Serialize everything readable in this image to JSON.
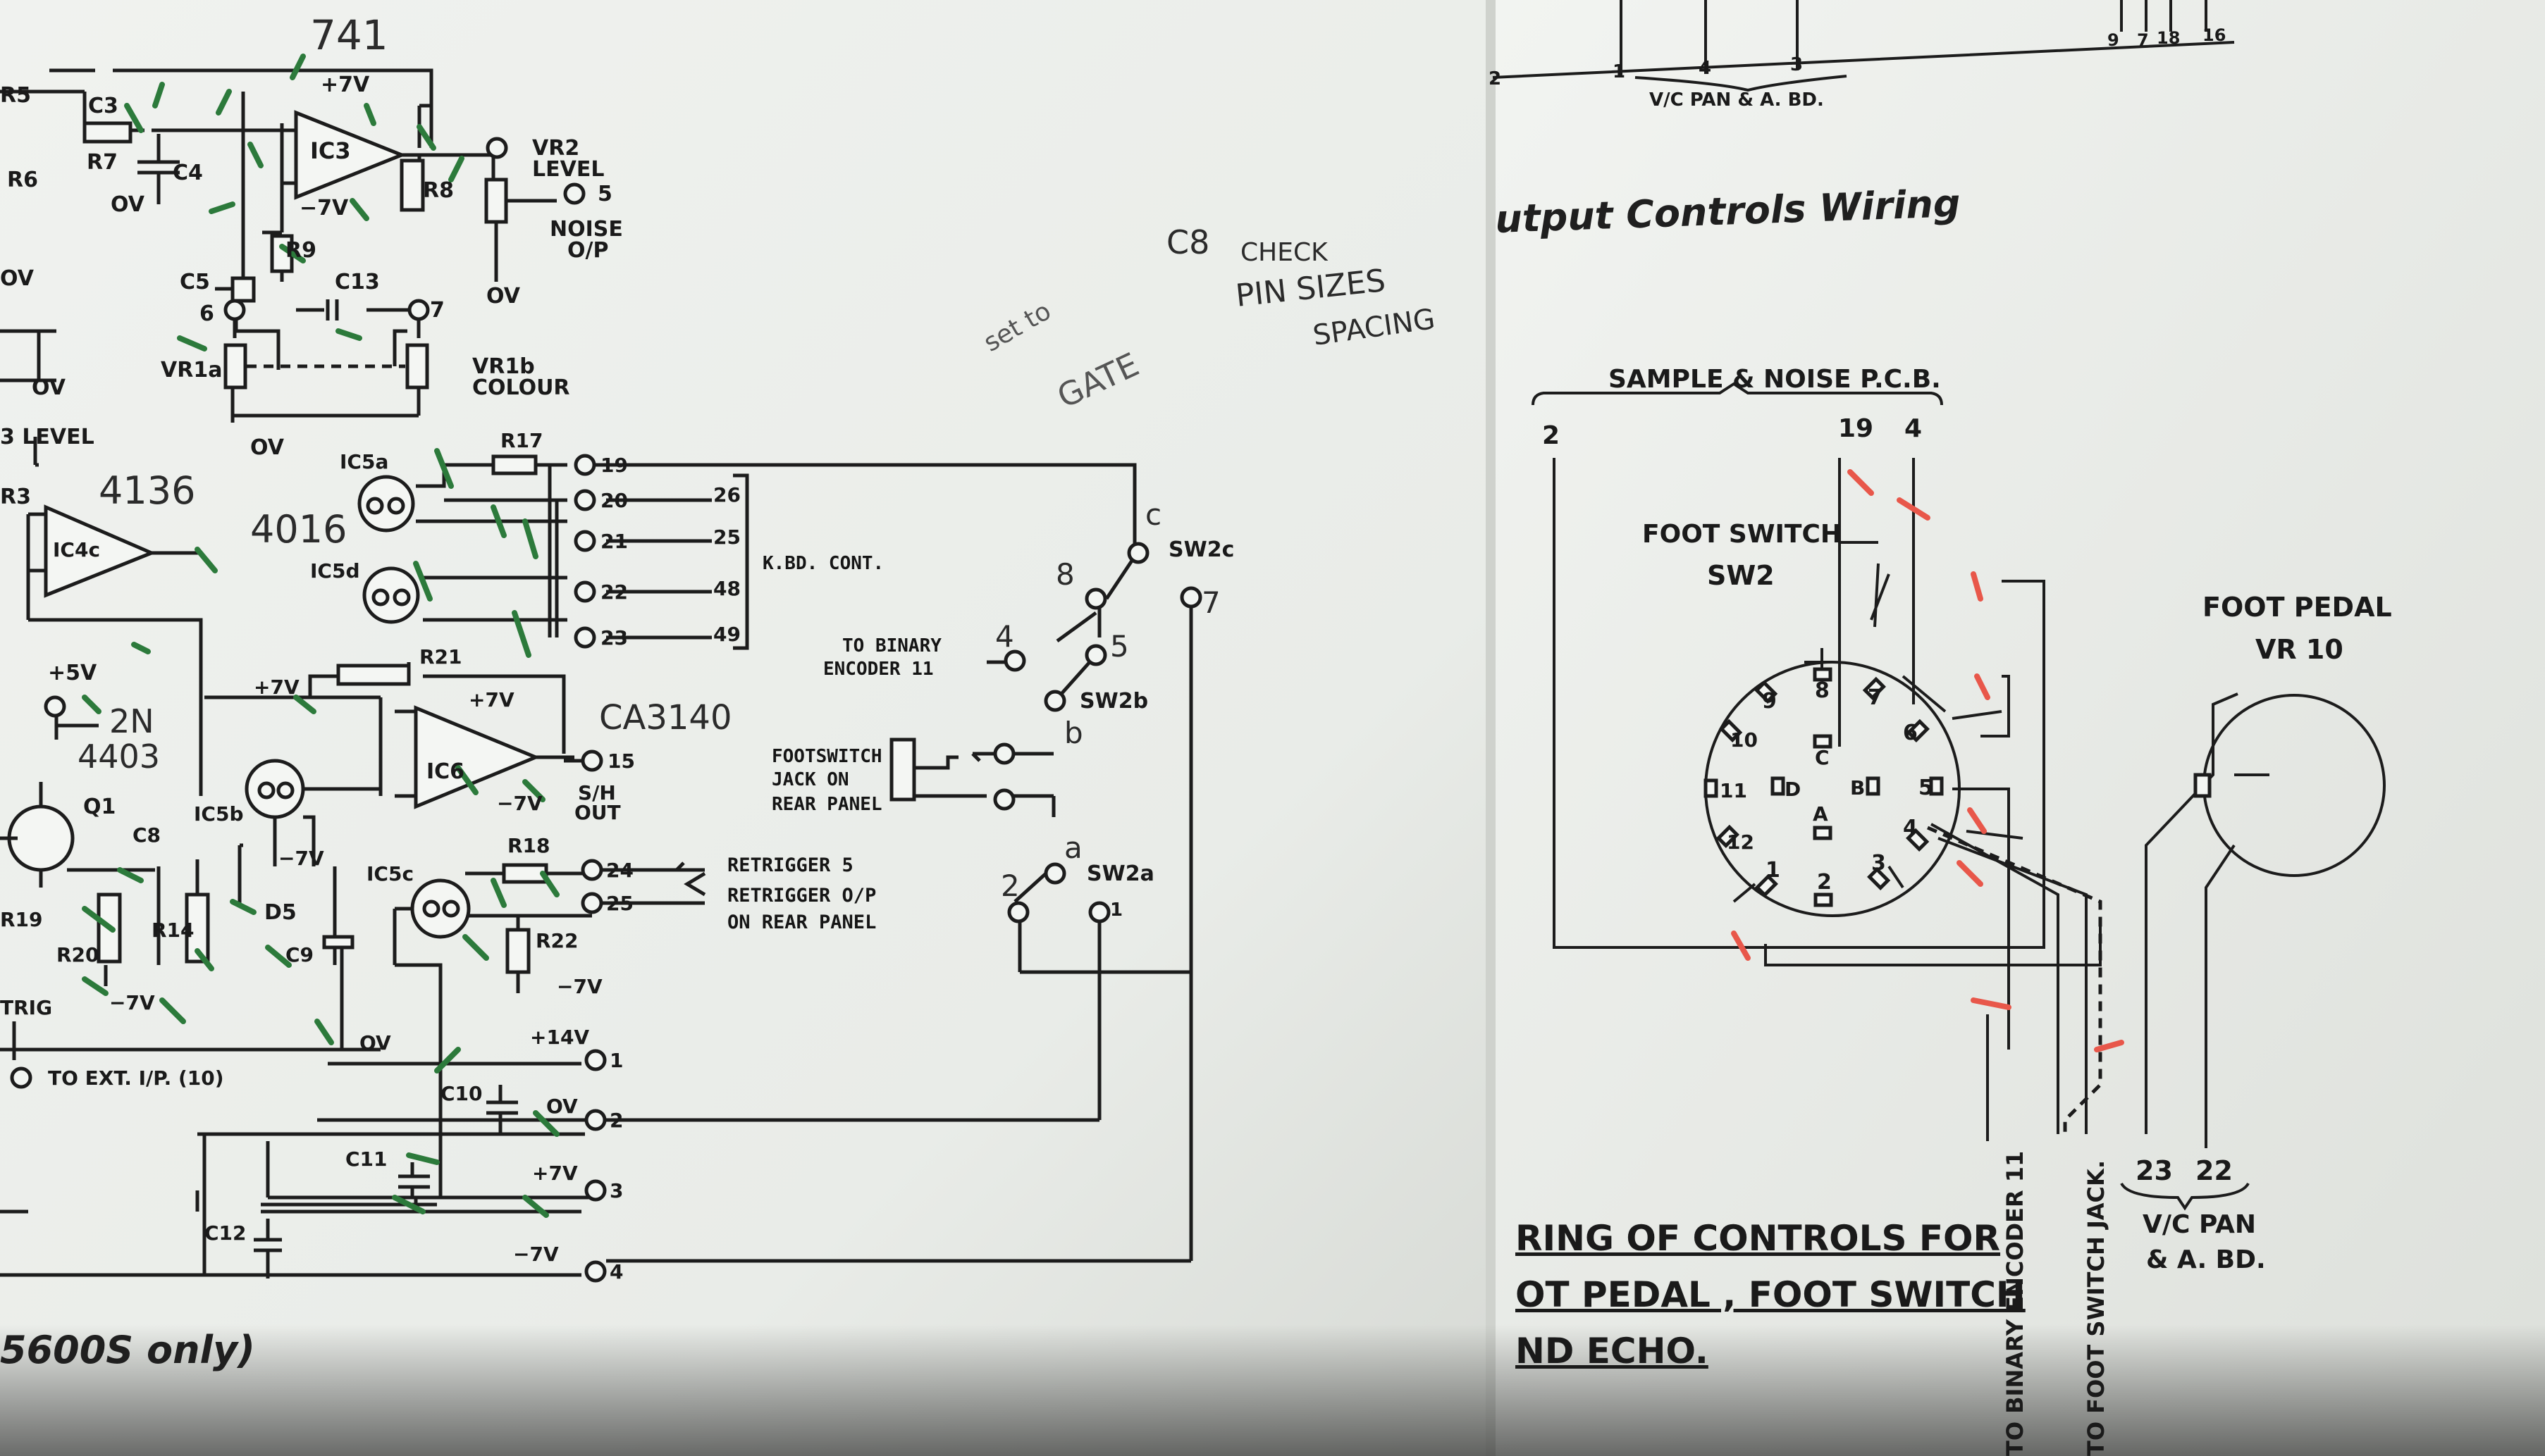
{
  "left_page": {
    "labels": {
      "ic741": "741",
      "plus7v_top": "+7V",
      "r5": "R5",
      "c3": "C3",
      "r7": "R7",
      "c4": "C4",
      "r6": "R6",
      "ov_a": "OV",
      "ic3": "IC3",
      "minus7v_a": "−7V",
      "r8": "R8",
      "vr2": "VR2",
      "level": "LEVEL",
      "pin5": "5",
      "noise_op": "NOISE",
      "op": "O/P",
      "ov_b": "OV",
      "ov_c": "OV",
      "c5": "C5",
      "r9": "R9",
      "c13": "C13",
      "pin6": "6",
      "pin7": "7",
      "vr1a": "VR1a",
      "vr1b": "VR1b",
      "colour": "COLOUR",
      "ov_d": "OV",
      "ov_e": "OV",
      "level3": "3 LEVEL",
      "r3": "R3",
      "h4136": "4136",
      "ic4c": "IC4c",
      "h4016": "4016",
      "ic5a": "IC5a",
      "ic5d": "IC5d",
      "r17": "R17",
      "t19": "19",
      "t20": "20",
      "t21": "21",
      "t22": "22",
      "t23": "23",
      "k26": "26",
      "k25": "25",
      "k48": "48",
      "k49": "49",
      "kbd": "K.BD. CONT.",
      "plus5v": "+5V",
      "h2n": "2N",
      "h4403": "4403",
      "q1": "Q1",
      "c8": "C8",
      "plus7v_b": "+7V",
      "r21": "R21",
      "plus7v_c": "+7V",
      "ic6": "IC6",
      "ca3140": "CA3140",
      "t15": "15",
      "sh": "S/H",
      "out": "OUT",
      "ic5b": "IC5b",
      "minus7v_b": "−7V",
      "minus7v_c": "−7V",
      "d5": "D5",
      "r19": "R19",
      "r14": "R14",
      "r20": "R20",
      "c9": "C9",
      "minus7v_d": "−7V",
      "trig": "TRIG",
      "ov_f": "OV",
      "to_ext": "TO   EXT. I/P. (10)",
      "ic5c": "IC5c",
      "r18": "R18",
      "r22": "R22",
      "minus7v_e": "−7V",
      "t24": "24",
      "t25": "25",
      "retrig5": "RETRIGGER 5",
      "retrig_op": "RETRIGGER O/P",
      "rear_panel": "ON REAR PANEL",
      "plus14v": "+14V",
      "t1": "1",
      "c10": "C10",
      "ov_g": "OV",
      "t2": "2",
      "c11": "C11",
      "plus7v_d": "+7V",
      "t3": "3",
      "c12": "C12",
      "minus7v_f": "−7V",
      "t4": "4",
      "model": "5600S only)",
      "binary": "TO BINARY",
      "encoder": "ENCODER 11",
      "sw2c": "SW2c",
      "sw2b": "SW2b",
      "sw2a": "SW2a",
      "fs_jack1": "FOOTSWITCH",
      "fs_jack2": "JACK  ON",
      "fs_jack3": "REAR PANEL",
      "pin1": "1"
    },
    "handwritten": {
      "c8check": "C8",
      "check": "CHECK",
      "pins": "PIN SIZES",
      "spacing": "SPACING",
      "set_to": "set to",
      "gate": "GATE",
      "h_c": "c",
      "h_8": "8",
      "h_4": "4",
      "h_5": "5",
      "h_b": "b",
      "h_a": "a",
      "h_2": "2",
      "h_7": "7"
    }
  },
  "right_page": {
    "labels": {
      "vc_pan_top": "V/C PAN & A. BD.",
      "title": "utput Controls Wiring",
      "pcb": "SAMPLE & NOISE  P.C.B.",
      "pcb2": "2",
      "pcb19": "19",
      "pcb4": "4",
      "foot_switch": "FOOT  SWITCH",
      "sw2": "SW2",
      "foot_pedal": "FOOT   PEDAL",
      "vr10": "VR 10",
      "caption1": "RING  OF  CONTROLS  FOR",
      "caption2": "OT  PEDAL , FOOT SWITCH",
      "caption3": "ND  ECHO.",
      "to_binary": "TO BINARY ENCODER 11",
      "to_foot": "TO FOOT SWITCH JACK.",
      "n23": "23",
      "n22": "22",
      "vc_pan": "V/C  PAN",
      "abd": "& A. BD.",
      "top1": "1",
      "top4": "4",
      "top3": "3",
      "top2": "2",
      "top9": "9",
      "top7": "7",
      "top18": "18",
      "top16": "16",
      "p1": "1",
      "p2": "2",
      "p3": "3",
      "p4": "4",
      "p5": "5",
      "p6": "6",
      "p7": "7",
      "p8": "8",
      "p9": "9",
      "p10": "10",
      "p11": "11",
      "p12": "12",
      "pa": "A",
      "pb": "B",
      "pc": "C",
      "pd": "D"
    }
  }
}
